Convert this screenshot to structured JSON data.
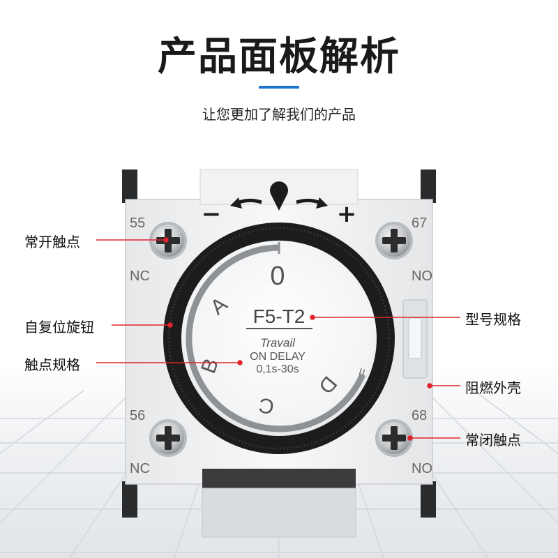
{
  "header": {
    "title": "产品面板解析",
    "subtitle": "让您更加了解我们的产品"
  },
  "dial": {
    "zero": "0",
    "letters": {
      "a": "A",
      "b": "B",
      "c": "C",
      "d": "D"
    },
    "model": "F5-T2",
    "brand": "Travail",
    "mode": "ON DELAY",
    "range": "0,1s-30s",
    "minus": "−",
    "plus": "+"
  },
  "terminals": {
    "top_left_number": "55",
    "top_right_number": "67",
    "bottom_left_number": "56",
    "bottom_right_number": "68",
    "nc_upper": "NC",
    "nc_lower": "NC",
    "no_upper": "NO",
    "no_lower": "NO"
  },
  "callouts": {
    "normally_open": "常开触点",
    "reset_knob": "自复位旋钮",
    "contact_spec": "触点规格",
    "model_spec": "型号规格",
    "flame_shell": "阻燃外壳",
    "normally_closed": "常闭触点"
  },
  "colors": {
    "accent_blue": "#1f74cf",
    "callout_red": "#e0242b",
    "body_white": "#f4f5f6",
    "knob_black": "#1c1c1c"
  },
  "icons": [
    "screw-icon",
    "arrow-left-icon",
    "arrow-right-icon",
    "drop-pointer-icon"
  ]
}
